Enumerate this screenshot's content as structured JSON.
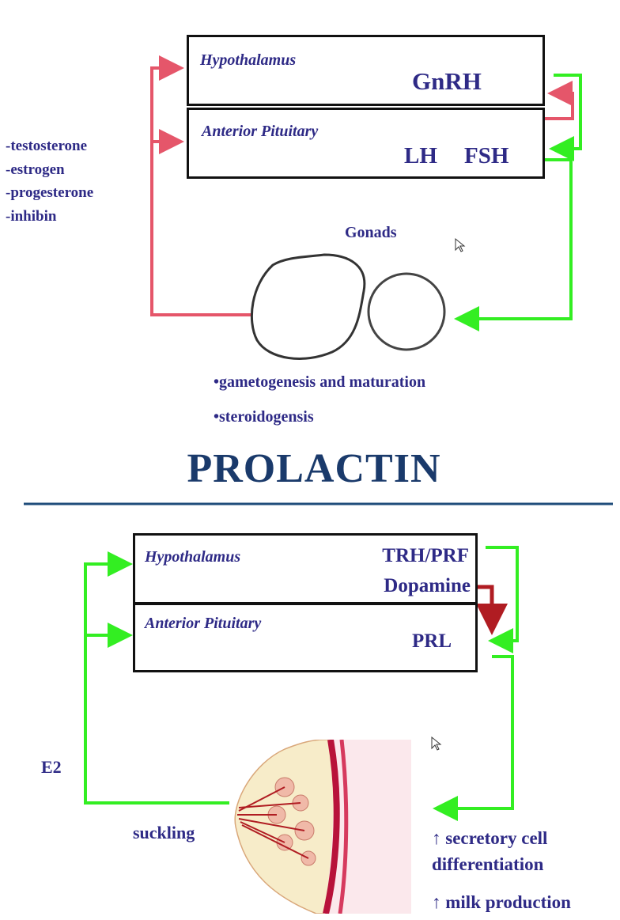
{
  "gonadal_axis": {
    "hypothalamus_label": "Hypothalamus",
    "hypothalamus_hormone": "GnRH",
    "pituitary_label": "Anterior Pituitary",
    "pituitary_hormone_1": "LH",
    "pituitary_hormone_2": "FSH",
    "feedback_list": [
      "-testosterone",
      "-estrogen",
      "-progesterone",
      "-inhibin"
    ],
    "target_label": "Gonads",
    "effects": [
      "•gametogenesis and maturation",
      "•steroidogensis"
    ]
  },
  "section_title": "PROLACTIN",
  "prolactin_axis": {
    "hypothalamus_label": "Hypothalamus",
    "hypothalamus_hormone_1": "TRH/PRF",
    "hypothalamus_hormone_2": "Dopamine",
    "pituitary_label": "Anterior Pituitary",
    "pituitary_hormone": "PRL",
    "feedback_label": "E2",
    "stimulus_label": "suckling",
    "effect_1": "↑ secretory cell differentiation",
    "effect_2": "↑ milk production"
  },
  "colors": {
    "text": "#2e2a86",
    "title": "#1a3a6b",
    "negative_arrow": "#e5566a",
    "positive_arrow": "#33ee22",
    "inhibit_arrow": "#b01c22",
    "divider": "#1f4c7a"
  }
}
